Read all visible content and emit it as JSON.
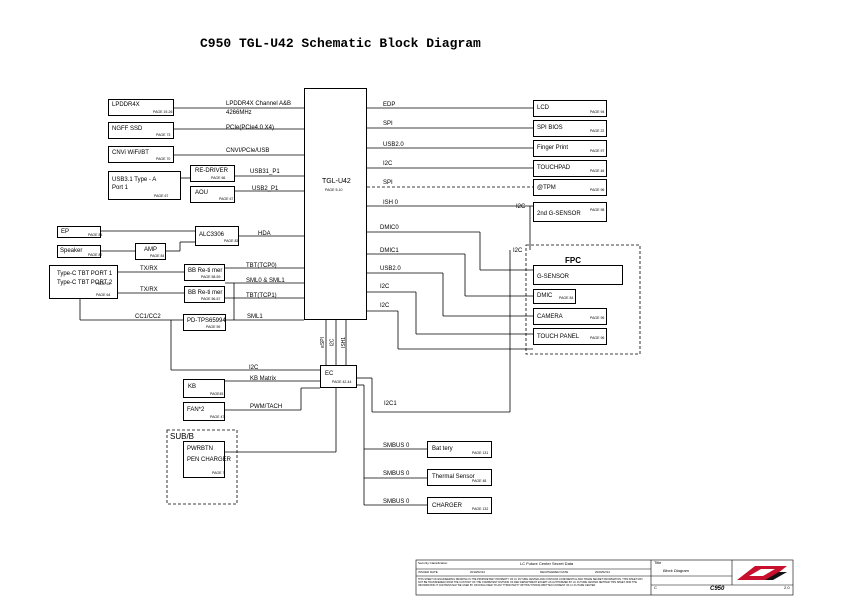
{
  "title": "C950   TGL-U42 Schematic Block Diagram",
  "cpu": {
    "name": "TGL-U42",
    "page": "PAGE 5-10"
  },
  "ec": {
    "name": "EC",
    "page": "PAGE 42-44"
  },
  "fpc": {
    "title": "FPC"
  },
  "subb": {
    "title": "SUB/B"
  },
  "left_blocks": {
    "lpddr4x": {
      "label": "LPDDR4X",
      "page": "PAGE 19-26"
    },
    "ngff": {
      "label": "NGFF SSD",
      "page": "PAGE 73"
    },
    "cnvi": {
      "label": "CNVi WiFi/BT",
      "page": "PAGE 70"
    },
    "usb31a": {
      "label": "USB3.1 Type - A\nPort 1",
      "page": "PAGE 67"
    },
    "redriver": {
      "label": "RE-DRIVER",
      "page": "PAGE 66"
    },
    "aou": {
      "label": "AOU",
      "page": "PAGE 67"
    },
    "ep": {
      "label": "EP",
      "page": "PAGE 84"
    },
    "alc": {
      "label": "ALC3306",
      "page": "PAGE 83"
    },
    "speaker": {
      "label": "Speaker",
      "page": "PAGE 87"
    },
    "amp": {
      "label": "AMP",
      "page": "PAGE 84"
    },
    "typec": {
      "label": "Type-C TBT PORT 1\nType-C TBT PORT 2",
      "page1": "PAGE 63",
      "page2": "PAGE 64"
    },
    "bbretimer1": {
      "label": "BB Re-ti mer",
      "page": "PAGE 58-59"
    },
    "bbretimer2": {
      "label": "BB Re-ti mer",
      "page": "PAGE 56-57"
    },
    "pd": {
      "label": "PD-TPS65994",
      "page": "PAGE 59"
    },
    "kb": {
      "label": "KB",
      "page": "PAGE45"
    },
    "fan": {
      "label": "FAN*2",
      "page": "PAGE 47"
    },
    "pwrbtn": {
      "label": "PWRBTN\n\nPEN CHARGER",
      "page": "PAGE 7"
    }
  },
  "right_blocks": {
    "lcd": {
      "label": "LCD",
      "page": "PAGE 94"
    },
    "spibios": {
      "label": "SPI BIOS",
      "page": "PAGE 22"
    },
    "finger": {
      "label": "Finger Print",
      "page": "PAGE 97"
    },
    "touchpad": {
      "label": "TOUCHPAD",
      "page": "PAGE 46"
    },
    "tpm": {
      "label": "@TPM",
      "page": "PAGE 96"
    },
    "gsensor2": {
      "label": "2nd G-SENSOR",
      "page": "PAGE 98"
    },
    "gsensor": {
      "label": "G-SENSOR",
      "page": ""
    },
    "dmic": {
      "label": "DMIC",
      "page": "PAGE 84"
    },
    "camera": {
      "label": "CAMERA",
      "page": "PAGE 95"
    },
    "touchpanel": {
      "label": "TOUCH PANEL",
      "page": "PAGE 96"
    },
    "battery": {
      "label": "Bat tery",
      "page": "PAGE 131"
    },
    "thermal": {
      "label": "Thermal Sensor",
      "page": "PAGE 48"
    },
    "charger": {
      "label": "CHARGER",
      "page": "PAGE 132"
    }
  },
  "signals": {
    "lpddr": "LPDDR4X Channel A&B",
    "lpddr2": "4266MHz",
    "pcie": "PCIe(PCIe4.0 X4)",
    "cnvi": "CNVI/PCIe/USB",
    "usb31p1": "USB31_P1",
    "usb2p1": "USB2_P1",
    "hda": "HDA",
    "txrx1": "TX/RX",
    "txrx2": "TX/RX",
    "tbt0": "TBT(TCP0)",
    "sml0": "SML0 & SML1",
    "tbt1": "TBT(TCP1)",
    "cc": "CC1/CC2",
    "sml1": "SML1",
    "edp": "EDP",
    "spi1": "SPI",
    "usb20a": "USB2.0",
    "i2c1": "I2C",
    "spi2": "SPI",
    "ish0": "ISH 0",
    "i2cr": "I2C",
    "dmic0": "DMIC0",
    "dmic1": "DMIC1",
    "i2cfpc": "I2C",
    "usb20b": "USB2.0",
    "i2c2": "I2C",
    "i2c3": "I2C",
    "espi": "eSPI",
    "i2cv": "I2C",
    "ish1": "ISH1",
    "i2cec": "I2C",
    "kbmatrix": "KB Matrix",
    "pwm": "PWM/TACH",
    "i2c1b": "I2C1",
    "smbus1": "SMBUS 0",
    "smbus2": "SMBUS 0",
    "smbus3": "SMBUS 0"
  },
  "titleblock": {
    "security": "Security Classification",
    "company": "LC Future Center Secret Data",
    "title_label": "Title",
    "title_value": "Block Diagram",
    "issued": "ISSUED DATE",
    "issued_val": "2019/02/12",
    "deciphered": "DECIPHERED DATE",
    "deciphered_val": "2020/02/12",
    "model": "C950",
    "rev": "2.0",
    "size": "C",
    "note": "THIS SHEET OF ENGINEERING DRAWING IS THE PROPRIETARY PROPERTY OF LC FUTURE CENTER AND CONTAINS CONFIDENTIAL AND TRADE SECRET INFORMATION. THIS SHEET MAY NOT BE TRANSFERED FROM THE CUSTODY OF THE COMPETENT DIVISION OF R&D DEPARTMENT EXCEPT AS AUTHORIZED BY LC FUTURE CENTER NEITHER THIS SHEET NOR THE INFORMATION IT CONTAINS MAY BE USED BY OR DISCLOSED TO ANY THIRD PARTY WITHOUT PRIOR WRITTEN CONSENT OF LC FUTURE CENTER"
  }
}
